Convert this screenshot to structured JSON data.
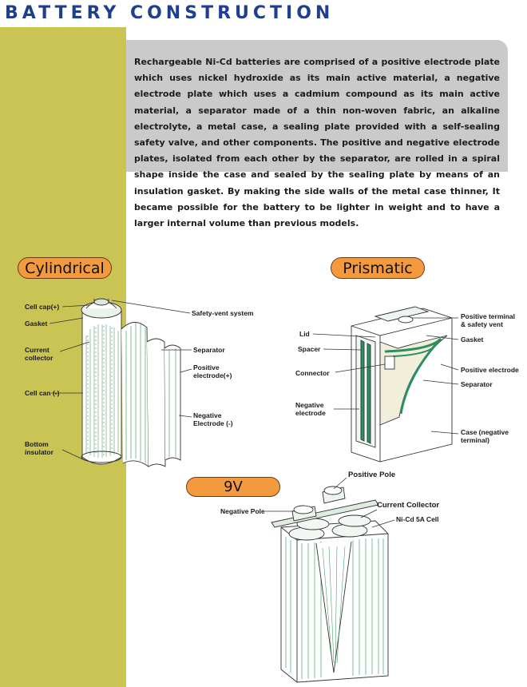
{
  "title": "BATTERY CONSTRUCTION",
  "intro": "Rechargeable Ni-Cd batteries are comprised of a positive electrode plate which uses nickel hydroxide as its main active material, a negative electrode plate which uses a cadmium compound as its main active material, a separator made of a thin non-woven fabric, an alkaline electrolyte, a metal case, a sealing plate provided with a self-sealing safety valve, and other components. The positive and negative electrode plates, isolated from each other by the separator, are rolled in a spiral shape inside the case and sealed by the sealing plate by means of an insulation gasket. By making the side walls of the metal case thinner, It became possible for the battery to be lighter in weight and to have a larger internal volume than previous models.",
  "colors": {
    "title_blue": "#1e3f8f",
    "olive": "#c9c454",
    "pill_orange": "#f39a3e",
    "electrode_green": "#1f8c62"
  },
  "cylindrical": {
    "heading": "Cylindrical",
    "labels": {
      "cell_cap": "Cell cap(+)",
      "gasket": "Gasket",
      "current_collector": "Current\ncollector",
      "cell_can": "Cell can (-)",
      "bottom_insulator": "Bottom\ninsulator",
      "safety_vent": "Safety-vent system",
      "separator": "Separator",
      "positive_electrode": "Positive\nelectrode(+)",
      "negative_electrode": "Negative\nElectrode (-)"
    }
  },
  "prismatic": {
    "heading": "Prismatic",
    "labels": {
      "lid": "Lid",
      "spacer": "Spacer",
      "connector": "Connector",
      "negative_electrode": "Negative\nelectrode",
      "positive_terminal": "Positive terminal\n& safety vent",
      "gasket": "Gasket",
      "positive_electrode": "Positive electrode",
      "separator": "Separator",
      "case": "Case (negative\nterminal)"
    }
  },
  "nine_volt": {
    "heading": "9V",
    "labels": {
      "positive_pole": "Positive Pole",
      "negative_pole": "Negative Pole",
      "current_collector": "Current Collector",
      "cell": "Ni-Cd 5A Cell"
    }
  }
}
